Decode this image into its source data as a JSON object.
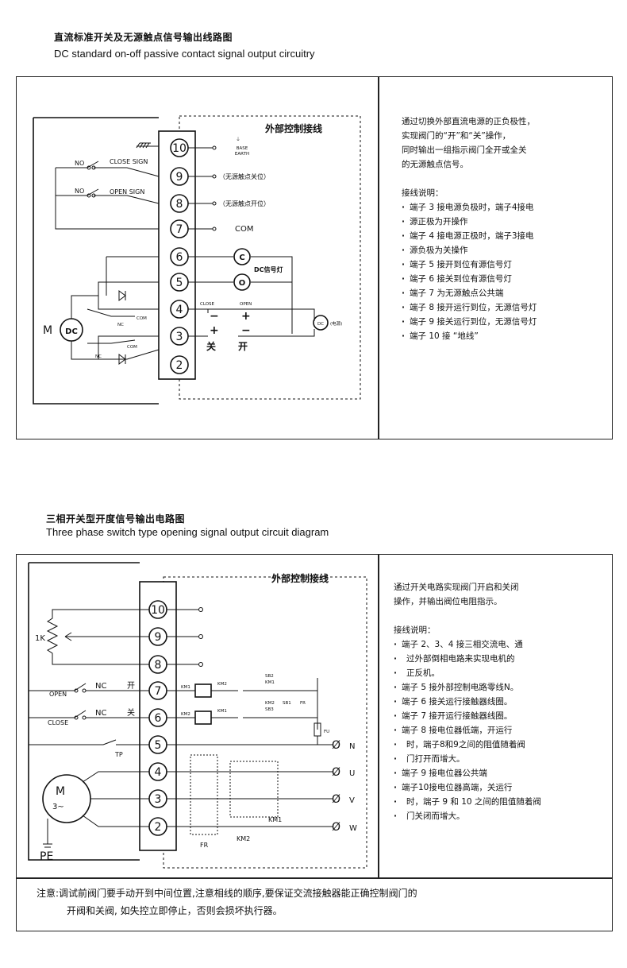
{
  "section1": {
    "title_cn": "直流标准开关及无源触点信号输出线路图",
    "title_en": "DC standard on-off passive contact signal output circuitry",
    "external_label": "外部控制接线",
    "terminals": [
      "10",
      "9",
      "8",
      "7",
      "6",
      "5",
      "4",
      "3",
      "2"
    ],
    "earth_label": "EARTH",
    "base_label": "BASE",
    "close_sign": "CLOSE SIGN",
    "open_sign": "OPEN SIGN",
    "no1": "NO",
    "no2": "NO",
    "t9_note": "（无源触点关位）",
    "t8_note": "（无源触点开位）",
    "com_label": "COM",
    "c_symbol": "C",
    "o_symbol": "O",
    "dc_lamp": "DC信号灯",
    "close_label": "CLOSE",
    "open_label": "OPEN",
    "minus": "−",
    "plus": "+",
    "close_cn": "关",
    "open_cn": "开",
    "motor_m": "M",
    "dc": "DC",
    "power_note": "(电源)",
    "nc1": "NC",
    "nc2": "NC",
    "com1": "COM",
    "com2": "COM",
    "notes": {
      "intro": [
        "通过切换外部直流电源的正负极性，",
        "实现阀门的“开”和“关”操作，",
        "同时输出一组指示阀门全开或全关",
        "的无源触点信号。"
      ],
      "heading": "接线说明：",
      "items": [
        "端子 3 接电源负极时，端子4接电",
        "源正极为开操作",
        "端子 4 接电源正极时，端子3接电",
        "源负极为关操作",
        "端子 5 接开到位有源信号灯",
        "端子 6 接关到位有源信号灯",
        "端子 7 为无源触点公共端",
        "端子 8 接开运行到位，无源信号灯",
        "端子 9 接关运行到位，无源信号灯",
        "端子 10 接 “地线”"
      ]
    }
  },
  "section2": {
    "title_cn": "三相开关型开度信号输出电路图",
    "title_en": "Three phase switch type opening signal output circuit diagram",
    "external_label": "外部控制接线",
    "terminals": [
      "10",
      "9",
      "8",
      "7",
      "6",
      "5",
      "4",
      "3",
      "2"
    ],
    "pot_label": "1K",
    "open_label": "OPEN",
    "close_label": "CLOSE",
    "nc1": "NC",
    "nc2": "NC",
    "open_cn": "开",
    "close_cn": "关",
    "tp": "TP",
    "km1": "KM1",
    "km2": "KM2",
    "sb1": "SB1",
    "sb2": "SB2",
    "sb3": "SB3",
    "fr": "FR",
    "fu": "FU",
    "phase_n": "N",
    "phase_u": "U",
    "phase_v": "V",
    "phase_w": "W",
    "phi": "Ø",
    "motor_m": "M",
    "motor_3": "3~",
    "pe": "PE",
    "notes": {
      "intro": [
        "通过开关电路实现阀门开启和关闭",
        "操作，并输出阀位电阻指示。"
      ],
      "heading": "接线说明：",
      "items": [
        "端子 2、3、4 接三相交流电、通",
        "过外部倒相电路来实现电机的",
        "正反机。",
        "端子 5 接外部控制电路零线N。",
        "端子 6 接关运行接触器线圈。",
        "端子 7 接开运行接触器线圈。",
        "端子 8 接电位器低端，开运行",
        "时，端子8和9之间的阻值随着阀",
        "门打开而增大。",
        "端子 9 接电位器公共端",
        "端子10接电位器高端，关运行",
        "时，端子 9 和 10 之间的阻值随着阀",
        "门关闭而增大。"
      ]
    },
    "warning_line1": "注意:调试前阀门要手动开到中间位置,注意相线的顺序,要保证交流接触器能正确控制阀门的",
    "warning_line2": "开阀和关阀, 如失控立即停止，否则会损坏执行器。"
  }
}
